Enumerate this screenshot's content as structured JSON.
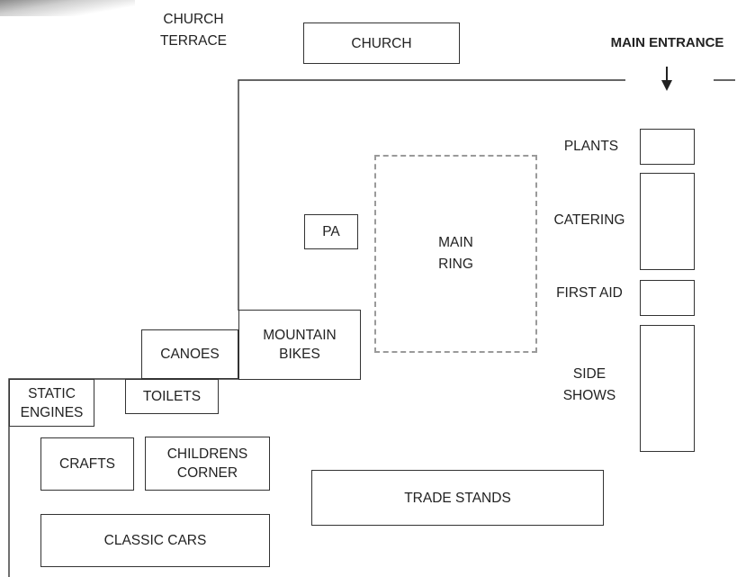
{
  "colors": {
    "line": "#333333",
    "dashed": "#9a9a9a",
    "text": "#222222"
  },
  "labels": {
    "church_terrace": "CHURCH\nTERRACE",
    "main_entrance": "MAIN ENTRANCE",
    "plants": "PLANTS",
    "catering": "CATERING",
    "first_aid": "FIRST AID",
    "side_shows": "SIDE\nSHOWS"
  },
  "areas": {
    "church": "CHURCH",
    "main_ring": "MAIN\nRING",
    "pa": "PA",
    "mountain_bikes": "MOUNTAIN\nBIKES",
    "canoes": "CANOES",
    "toilets": "TOILETS",
    "static_engines": "STATIC\nENGINES",
    "crafts": "CRAFTS",
    "childrens_corner": "CHILDRENS\nCORNER",
    "trade_stands": "TRADE STANDS",
    "classic_cars": "CLASSIC CARS"
  },
  "icons": {
    "entrance_arrow": "arrow-down-icon"
  }
}
